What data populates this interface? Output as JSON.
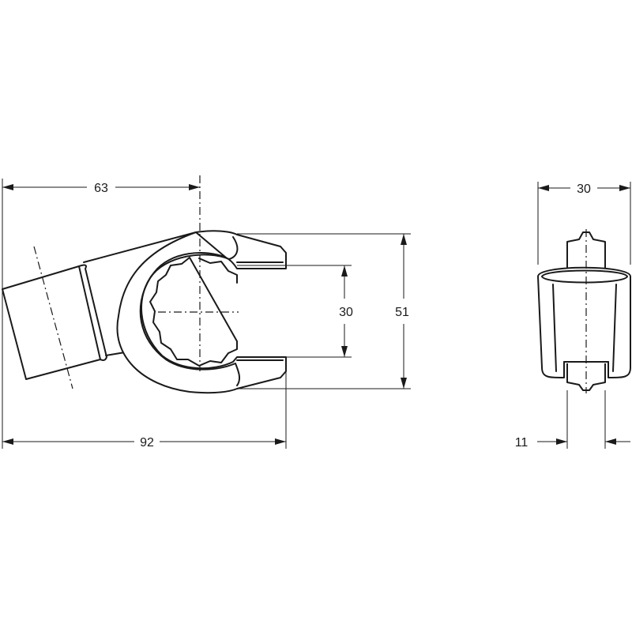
{
  "dimensions": {
    "top_width": "63",
    "overall_length": "92",
    "opening": "30",
    "height": "51",
    "side_width": "30",
    "side_thickness": "11"
  },
  "colors": {
    "line": "#1a1a1a",
    "background": "#ffffff"
  }
}
